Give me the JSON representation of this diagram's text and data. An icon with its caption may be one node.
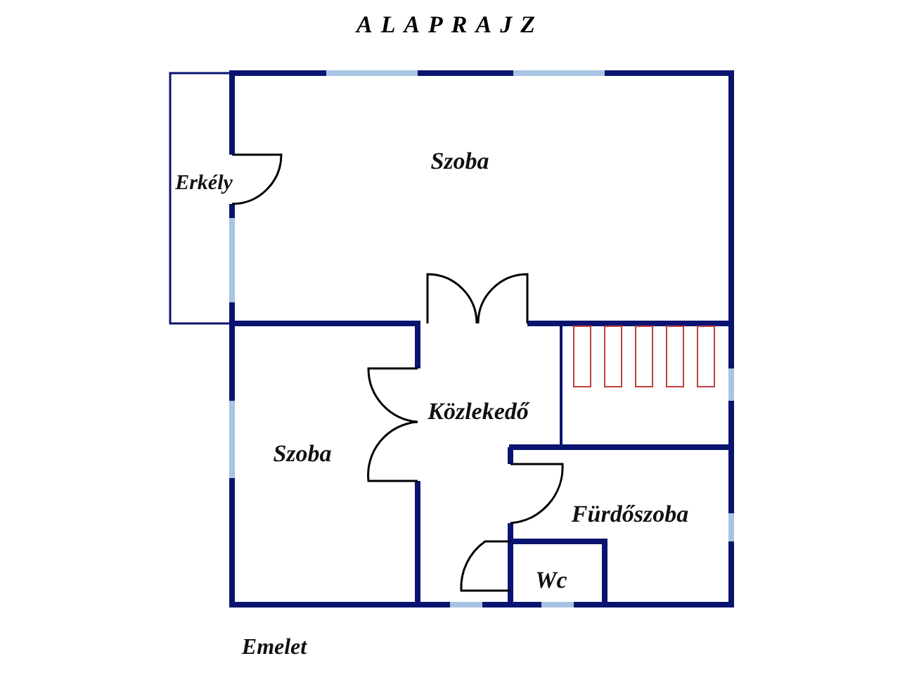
{
  "diagram": {
    "title": "ALAPRAJZ",
    "labels": [
      "Szoba",
      "Erkély",
      "Közlekedő",
      "Szoba",
      "Fürdőszoba",
      "Wc",
      "Emelet"
    ]
  }
}
